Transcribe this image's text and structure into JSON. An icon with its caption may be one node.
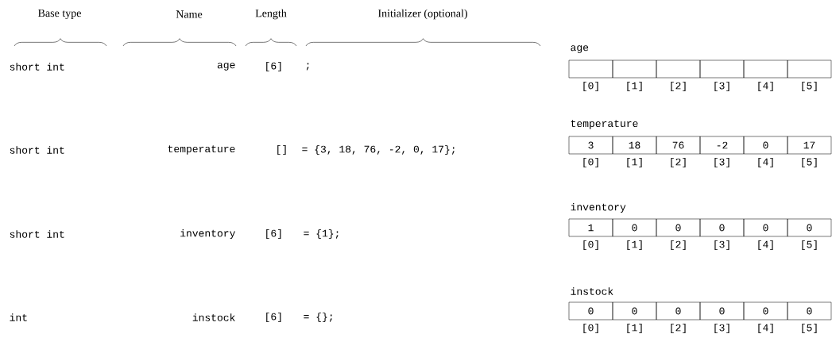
{
  "diagram": {
    "nodes": [
      {
        "text": [],
        "shape": "box"
      },
      {
        "text": [],
        "shape": "box"
      },
      {
        "text": [],
        "shape": "box"
      },
      {
        "text": [],
        "shape": "box"
      },
      {
        "text": [],
        "shape": "box"
      },
      {
        "text": [],
        "shape": "box"
      },
      {
        "text": [
          "3"
        ]
      },
      {
        "text": [
          "18"
        ]
      },
      {
        "text": [
          "76"
        ]
      },
      {
        "text": [
          "-2"
        ]
      },
      {
        "text": [
          "0"
        ]
      },
      {
        "text": [
          "17"
        ]
      },
      {
        "text": [
          "1"
        ]
      },
      {
        "text": [
          "0"
        ]
      },
      {
        "text": [
          "0"
        ]
      },
      {
        "text": [
          "0"
        ]
      },
      {
        "text": [
          "0"
        ]
      },
      {
        "text": [
          "0"
        ]
      },
      {
        "text": [
          "0"
        ]
      },
      {
        "text": [
          "0"
        ]
      },
      {
        "text": [
          "0"
        ]
      },
      {
        "text": [
          "0"
        ]
      },
      {
        "text": [
          "0"
        ]
      },
      {
        "text": [
          "0"
        ]
      }
    ],
    "labels": [
      "Base type",
      "Name",
      "Length",
      "Initializer (optional)",
      "short int",
      "age",
      "[6]",
      ";",
      "age",
      "[0]",
      "[1]",
      "[2]",
      "[3]",
      "[4]",
      "[5]",
      "short int",
      "temperature",
      "[]",
      "= {3, 18, 76, -2, 0, 17};",
      "temperature",
      "[0]",
      "[1]",
      "[2]",
      "[3]",
      "[4]",
      "[5]",
      "short int",
      "inventory",
      "[6]",
      "= {1};",
      "inventory",
      "[0]",
      "[1]",
      "[2]",
      "[3]",
      "[4]",
      "[5]",
      "int",
      "instock",
      "[6]",
      "= {};",
      "instock",
      "[0]",
      "[1]",
      "[2]",
      "[3]",
      "[4]",
      "[5]"
    ]
  }
}
